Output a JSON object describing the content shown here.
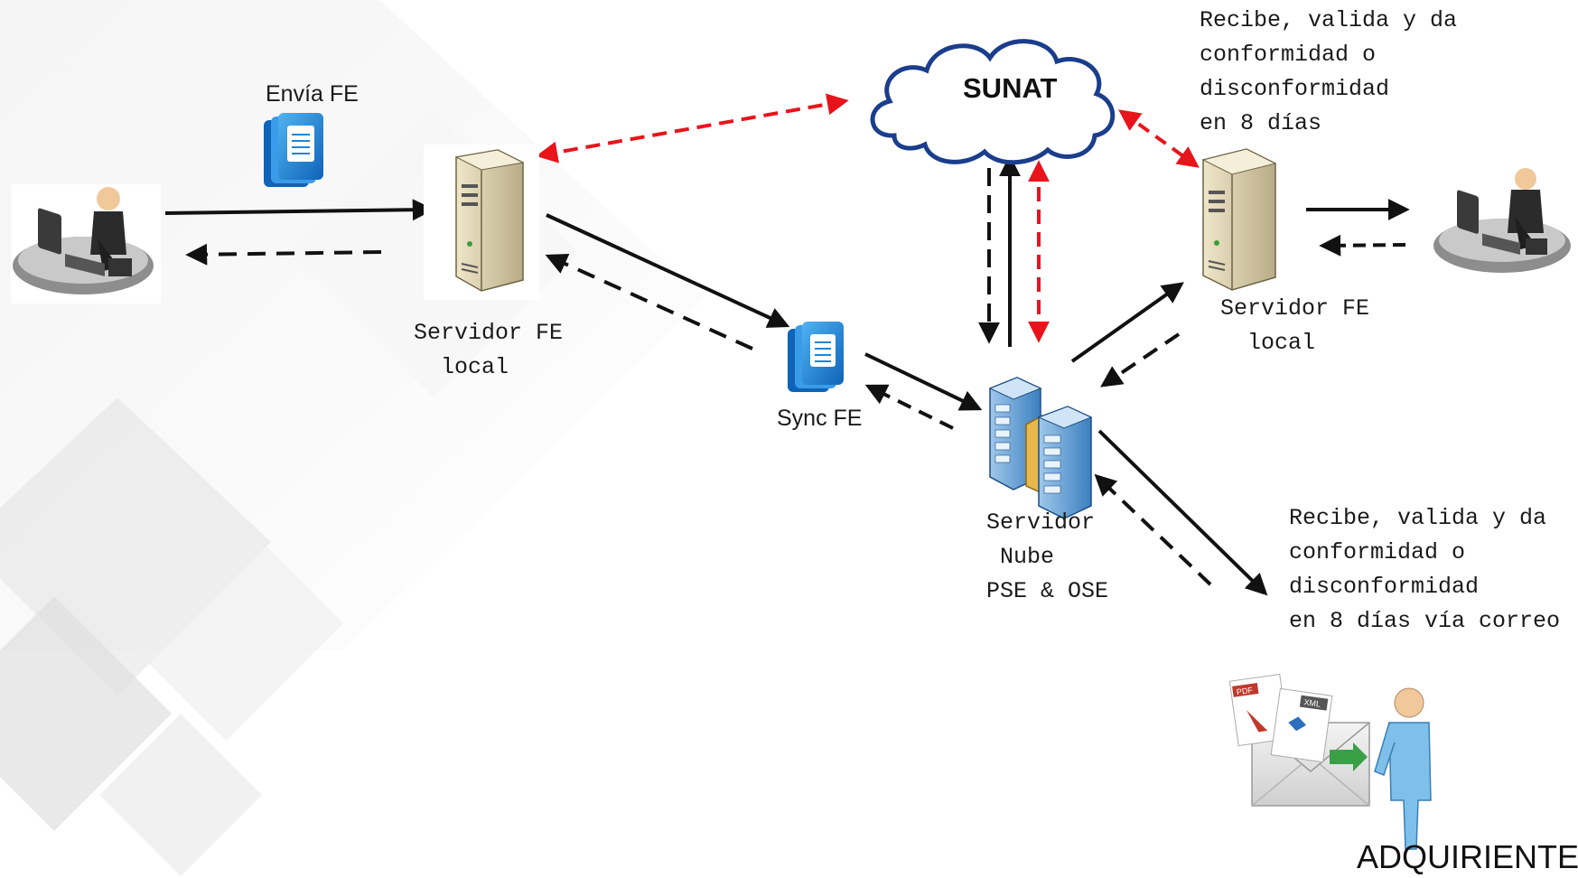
{
  "diagram": {
    "sunat": "SUNAT",
    "envia_fe": "Envía FE",
    "sync_fe": "Sync FE",
    "servidor_local_left": "Servidor FE\n  local",
    "servidor_local_right": "Servidor FE\n  local",
    "servidor_nube": "Servidor\n Nube\nPSE & OSE",
    "note_top_right": "Recibe, valida y da\nconformidad o\ndisconformidad\nen 8 días",
    "note_bottom_right": "Recibe, valida y da\nconformidad o\ndisconformidad\nen 8 días vía correo",
    "adquiriente": "ADQUIRIENTE",
    "icon_pdf": "PDF",
    "icon_xml": "XML"
  },
  "colors": {
    "arrow": "#111111",
    "sunat_link": "#e8141b",
    "doc_icon": "#1e86d6",
    "server": "#d8ccaa",
    "cloud": "#1a3d8c"
  }
}
